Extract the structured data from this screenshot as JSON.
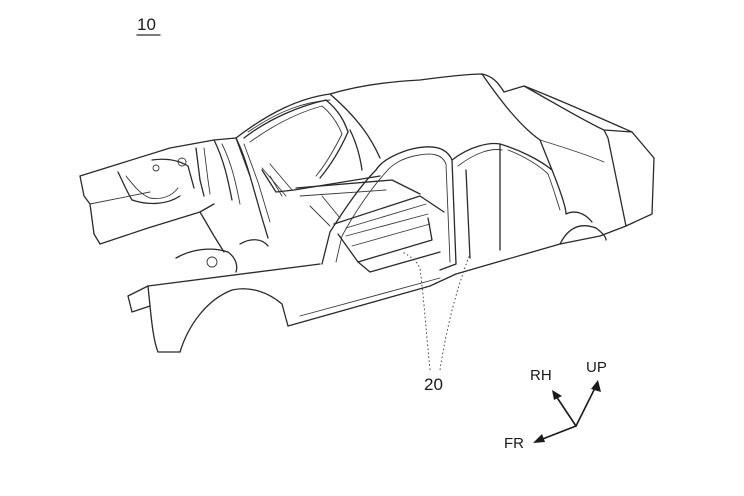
{
  "figure": {
    "reference_numeral_body": "10",
    "reference_numeral_pillars": "20",
    "directions": {
      "up": "UP",
      "right": "RH",
      "front": "FR"
    }
  },
  "icons": {
    "car_body": "car-body-shell-line-drawing",
    "axes": "direction-arrows-icon"
  }
}
